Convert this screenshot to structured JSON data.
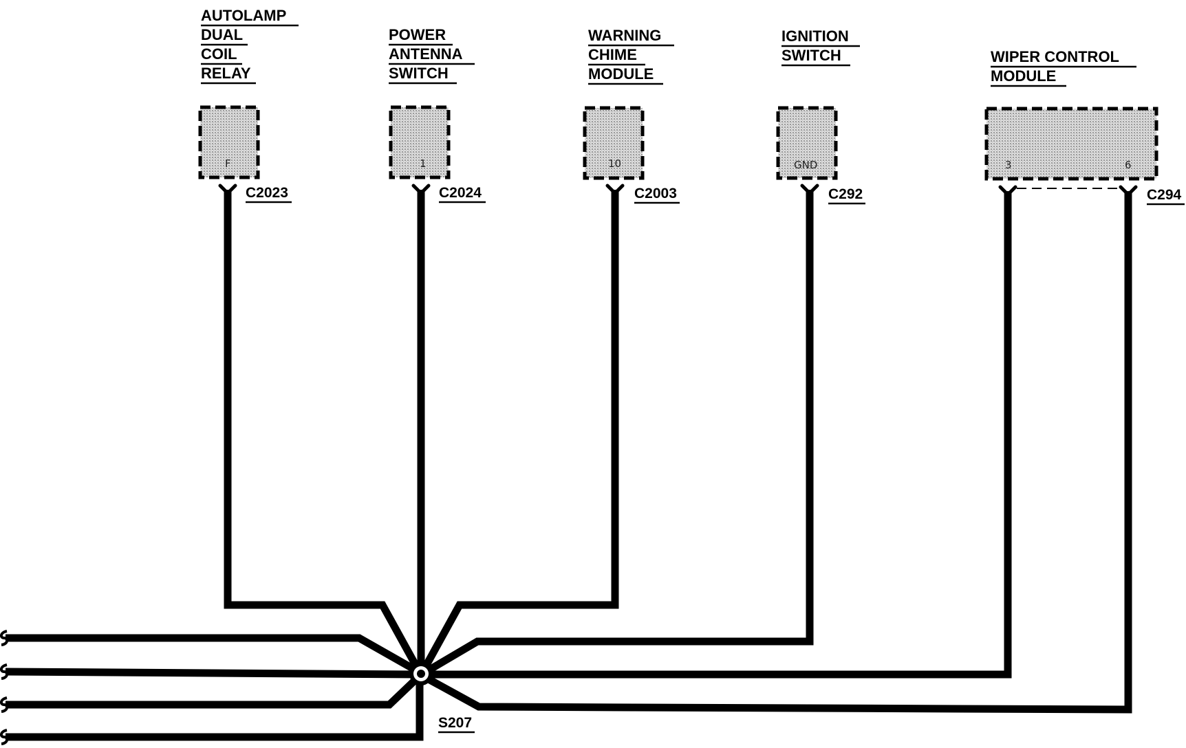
{
  "components": [
    {
      "id": "autolamp",
      "lines": [
        "AUTOLAMP",
        "DUAL",
        "COIL",
        "RELAY"
      ],
      "pins": [
        "F"
      ],
      "connector": "C2023"
    },
    {
      "id": "power-antenna",
      "lines": [
        "POWER",
        "ANTENNA",
        "SWITCH"
      ],
      "pins": [
        "1"
      ],
      "connector": "C2024"
    },
    {
      "id": "warning-chime",
      "lines": [
        "WARNING",
        "CHIME",
        "MODULE"
      ],
      "pins": [
        "10"
      ],
      "connector": "C2003"
    },
    {
      "id": "ignition",
      "lines": [
        "IGNITION",
        "SWITCH"
      ],
      "pins": [
        "GND"
      ],
      "connector": "C292"
    },
    {
      "id": "wiper",
      "lines": [
        "WIPER CONTROL",
        "MODULE"
      ],
      "pins": [
        "3",
        "6"
      ],
      "connector": "C294"
    }
  ],
  "splice": {
    "label": "S207"
  },
  "colors": {
    "wire": "#000000",
    "component_fill": "#c8c8c8",
    "background": "#ffffff"
  }
}
